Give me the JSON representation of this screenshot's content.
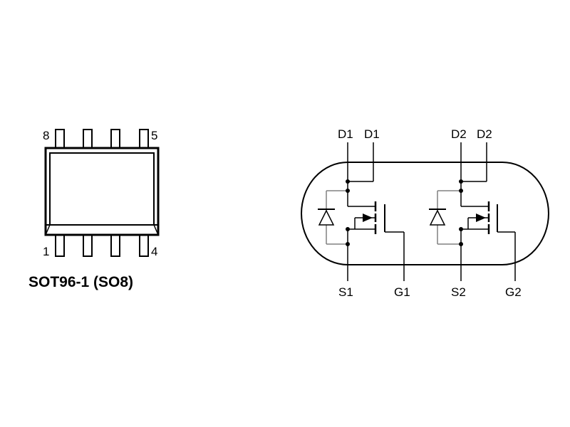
{
  "package": {
    "pin_labels": {
      "top_left": "8",
      "top_right": "5",
      "bottom_left": "1",
      "bottom_right": "4"
    },
    "name": "SOT96-1 (SO8)"
  },
  "symbol": {
    "mosfet1": {
      "drain_a": "D1",
      "drain_b": "D1",
      "source": "S1",
      "gate": "G1"
    },
    "mosfet2": {
      "drain_a": "D2",
      "drain_b": "D2",
      "source": "S2",
      "gate": "G2"
    }
  },
  "colors": {
    "line": "#000000",
    "diode_wire": "#808080",
    "body": "#ffffff"
  }
}
